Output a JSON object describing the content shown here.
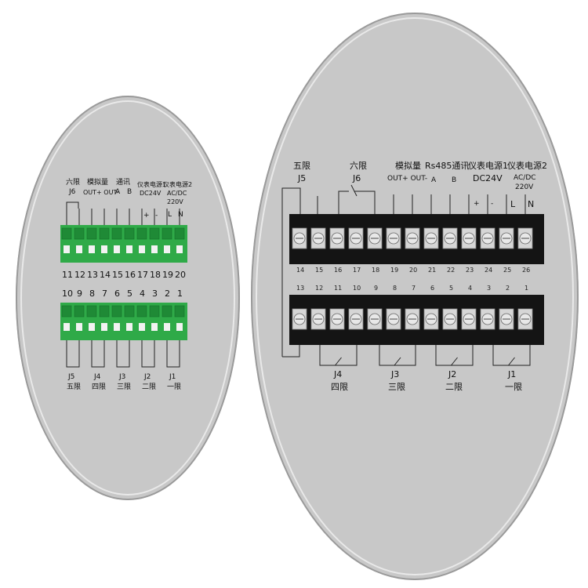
{
  "colors": {
    "plate": "#c8c8c8",
    "green_block": "#2faa48",
    "black_block": "#141414",
    "screw": "#e8e8e8"
  },
  "left": {
    "top_headers": [
      {
        "id": "six-limit",
        "text": "六限"
      },
      {
        "id": "j6",
        "text": "J6"
      },
      {
        "id": "analog",
        "text": "模拟量"
      },
      {
        "id": "out-pair",
        "text": "OUT+ OUT-"
      },
      {
        "id": "comm",
        "text": "通讯"
      },
      {
        "id": "comm-a",
        "text": "A"
      },
      {
        "id": "comm-b",
        "text": "B"
      },
      {
        "id": "power1",
        "text": "仪表电源1"
      },
      {
        "id": "dc24v",
        "text": "DC24V"
      },
      {
        "id": "power2",
        "text": "仪表电源2"
      },
      {
        "id": "acdc",
        "text": "AC/DC"
      },
      {
        "id": "v220",
        "text": "220V"
      },
      {
        "id": "plus",
        "text": "+"
      },
      {
        "id": "minus",
        "text": "-"
      },
      {
        "id": "l",
        "text": "L"
      },
      {
        "id": "n",
        "text": "N"
      }
    ],
    "upper_numbers": [
      "11",
      "12",
      "13",
      "14",
      "15",
      "16",
      "17",
      "18",
      "19",
      "20"
    ],
    "lower_numbers": [
      "10",
      "9",
      "8",
      "7",
      "6",
      "5",
      "4",
      "3",
      "2",
      "1"
    ],
    "bottom_labels": [
      {
        "j": "J5",
        "name": "五限"
      },
      {
        "j": "J4",
        "name": "四限"
      },
      {
        "j": "J3",
        "name": "三限"
      },
      {
        "j": "J2",
        "name": "二限"
      },
      {
        "j": "J1",
        "name": "一限"
      }
    ]
  },
  "right": {
    "top_headers": [
      {
        "id": "five-limit",
        "text": "五限"
      },
      {
        "id": "j5",
        "text": "J5"
      },
      {
        "id": "six-limit",
        "text": "六限"
      },
      {
        "id": "j6",
        "text": "J6"
      },
      {
        "id": "analog",
        "text": "模拟量"
      },
      {
        "id": "out-pair",
        "text": "OUT+ OUT-"
      },
      {
        "id": "rs485",
        "text": "Rs485通讯"
      },
      {
        "id": "comm-a",
        "text": "A"
      },
      {
        "id": "comm-b",
        "text": "B"
      },
      {
        "id": "power1",
        "text": "仪表电源1"
      },
      {
        "id": "dc24v",
        "text": "DC24V"
      },
      {
        "id": "power2",
        "text": "仪表电源2"
      },
      {
        "id": "acdc",
        "text": "AC/DC"
      },
      {
        "id": "v220",
        "text": "220V"
      },
      {
        "id": "plus",
        "text": "+"
      },
      {
        "id": "minus",
        "text": "-"
      },
      {
        "id": "l",
        "text": "L"
      },
      {
        "id": "n",
        "text": "N"
      }
    ],
    "upper_numbers": [
      "14",
      "15",
      "16",
      "17",
      "18",
      "19",
      "20",
      "21",
      "22",
      "23",
      "24",
      "25",
      "26"
    ],
    "lower_numbers": [
      "13",
      "12",
      "11",
      "10",
      "9",
      "8",
      "7",
      "6",
      "5",
      "4",
      "3",
      "2",
      "1"
    ],
    "bottom_labels": [
      {
        "j": "J4",
        "name": "四限"
      },
      {
        "j": "J3",
        "name": "三限"
      },
      {
        "j": "J2",
        "name": "二限"
      },
      {
        "j": "J1",
        "name": "一限"
      }
    ]
  }
}
